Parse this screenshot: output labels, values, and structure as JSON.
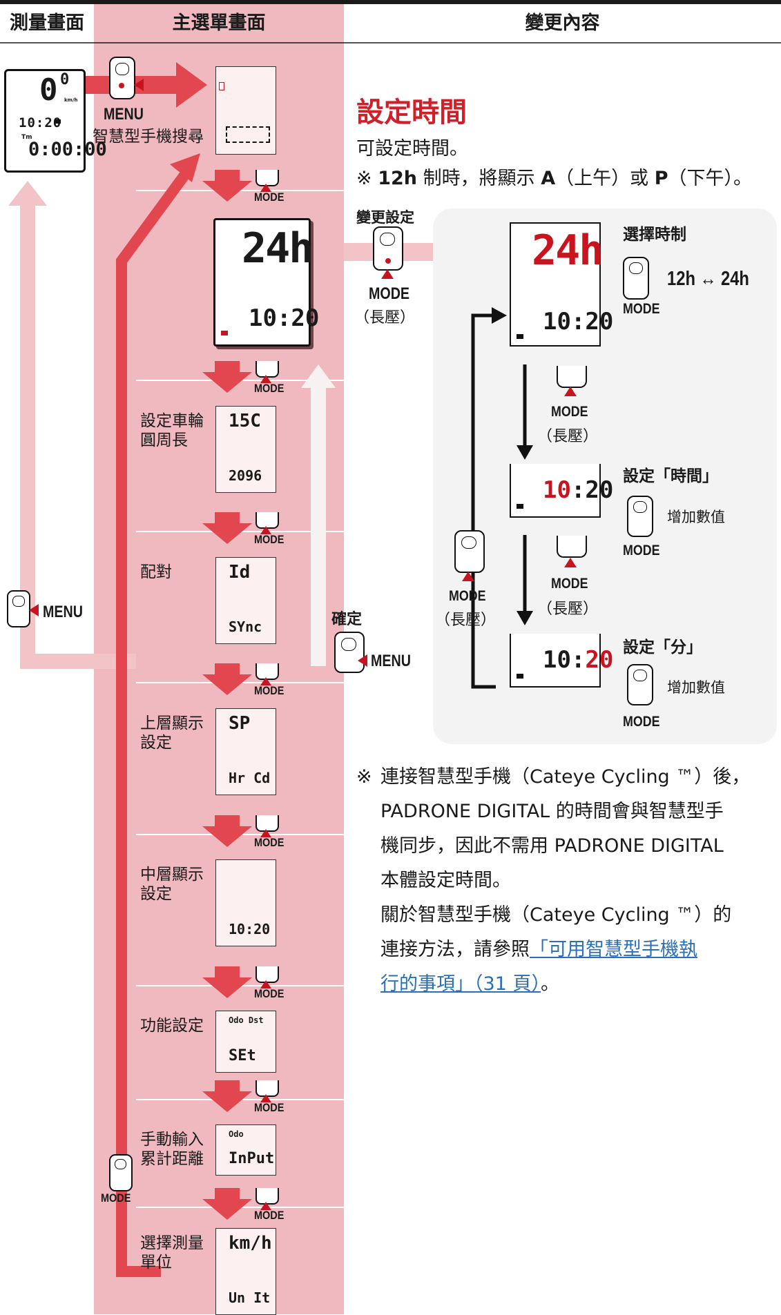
{
  "header": {
    "col_measure": "測量畫面",
    "col_menu": "主選單畫面",
    "col_change": "變更內容"
  },
  "left": {
    "menu_button": "MENU",
    "lcd": {
      "speed": "0",
      "speed_dec": "0",
      "unit": "km/h",
      "clock": "10:20",
      "tm_label": "Tm",
      "tm_value": "0:00:00"
    }
  },
  "menu_column": {
    "menu_label_top": "MENU",
    "smartphone_search": "智慧型手機搜尋",
    "mode_label": "MODE",
    "mode_label_left": "MODE",
    "items": [
      {
        "label": "設定車輪\n圓周長",
        "lcd_top": "15C",
        "lcd_bottom": "2096"
      },
      {
        "label": "配對",
        "lcd_top": "Id",
        "lcd_bottom": "SYnc"
      },
      {
        "label": "上層顯示\n設定",
        "lcd_top": "SP",
        "lcd_bottom": "Hr Cd"
      },
      {
        "label": "中層顯示\n設定",
        "lcd_top": "",
        "lcd_bottom": "10:20"
      },
      {
        "label": "功能設定",
        "lcd_top": "Odo Dst",
        "lcd_bottom": "SEt"
      },
      {
        "label": "手動輸入\n累計距離",
        "lcd_top": "Odo",
        "lcd_bottom": "InPut"
      },
      {
        "label": "選擇測量\n單位",
        "lcd_top": "km/h",
        "lcd_bottom": "Un It"
      }
    ],
    "time_lcd": {
      "top": "24h",
      "bottom": "10:20"
    },
    "confirm_label": "確定",
    "confirm_button": "MENU"
  },
  "right": {
    "title": "設定時間",
    "intro": "可設定時間。",
    "note_prefix": "※",
    "note_12h": "12h",
    "note_mid": "制時，將顯示",
    "note_A": "A",
    "note_am": "（上午）或",
    "note_P": "P",
    "note_pm": "（下午）。",
    "change_setting": "變更設定",
    "mode": "MODE",
    "long_press": "（長壓）",
    "panel": {
      "select_format": "選擇時制",
      "format_toggle": "12h ↔ 24h",
      "set_hour": "設定「時間」",
      "set_minute": "設定「分」",
      "increase": "增加數值",
      "lcd_24h": "24h",
      "lcd_time": "10:20"
    },
    "footnote": {
      "mark": "※",
      "line1": "連接智慧型手機（Cateye Cycling ™）後，",
      "line2": "PADRONE DIGITAL 的時間會與智慧型手",
      "line3": "機同步，因此不需用 PADRONE DIGITAL",
      "line4": "本體設定時間。",
      "line5": "關於智慧型手機（Cateye Cycling ™）的",
      "line6_pre": "連接方法，請參照",
      "link1": "「可用智慧型手機執",
      "link2": "行的事項」（31 頁）",
      "line7_post": "。"
    }
  },
  "colors": {
    "pink": "#efb9bf",
    "red": "#e2474f",
    "dark_red": "#c8141e",
    "panel_bg": "#f3f3f3",
    "arrow_pink": "#f2c3c7"
  }
}
